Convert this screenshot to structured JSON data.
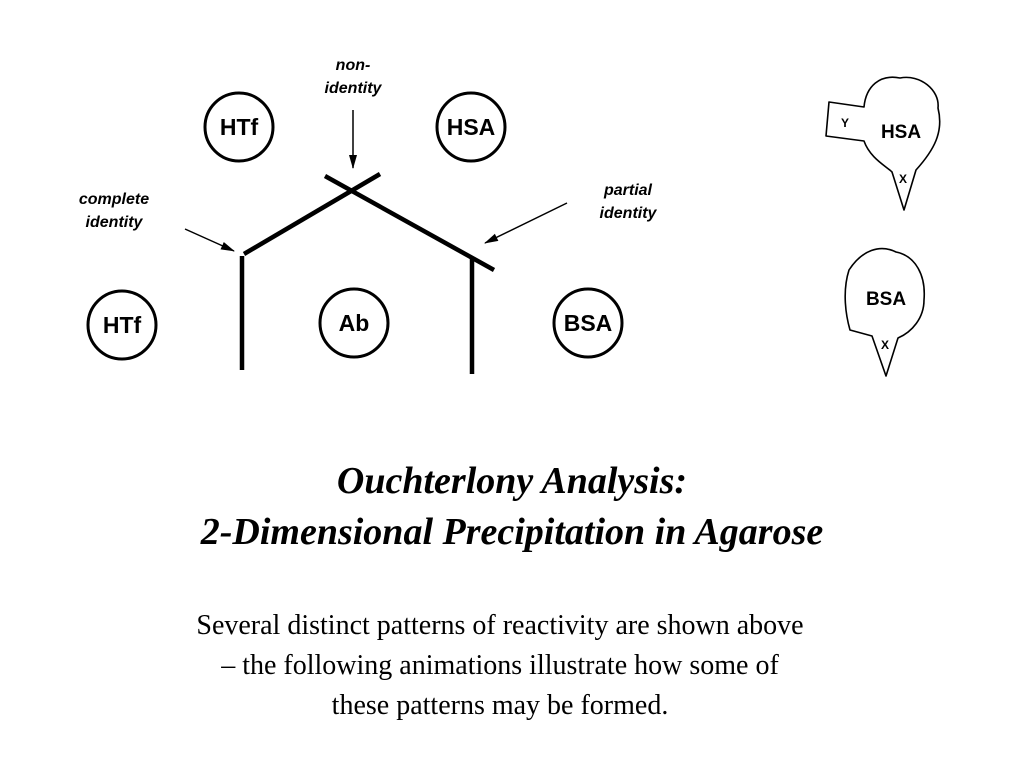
{
  "diagram": {
    "wells": {
      "top_left": "HTf",
      "top_right": "HSA",
      "bottom_left": "HTf",
      "center": "Ab",
      "bottom_right": "BSA"
    },
    "annotations": {
      "non_identity_line1": "non-",
      "non_identity_line2": "identity",
      "complete_line1": "complete",
      "complete_line2": "identity",
      "partial_line1": "partial",
      "partial_line2": "identity"
    },
    "molecules": {
      "hsa": {
        "label": "HSA",
        "site_y": "Y",
        "site_x": "X"
      },
      "bsa": {
        "label": "BSA",
        "site_x": "X"
      }
    }
  },
  "title": {
    "line1": "Ouchterlony Analysis:",
    "line2": "2-Dimensional Precipitation in Agarose"
  },
  "caption": {
    "line1": "Several distinct patterns of reactivity are shown above",
    "line2": "– the following animations illustrate how some of",
    "line3": "these patterns may be formed."
  }
}
